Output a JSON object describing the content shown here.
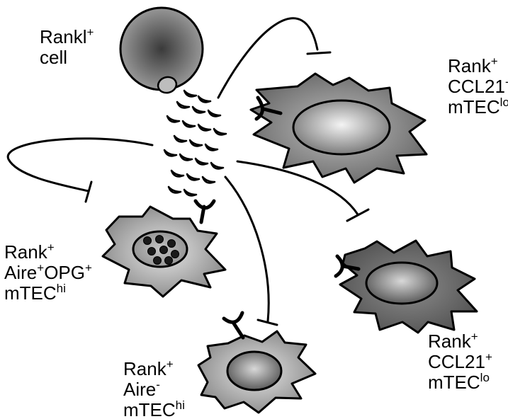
{
  "labels": {
    "rankl_cell": {
      "name": "Rankl",
      "name_sup": "+",
      "line2": "cell"
    },
    "ccl21_neg": {
      "l1": "Rank",
      "l1_sup": "+",
      "l2": "CCL21",
      "l2_sup": "-",
      "l3": "mTEC",
      "l3_sup": "lo"
    },
    "aire_opg": {
      "l1": "Rank",
      "l1_sup": "+",
      "l2a": "Aire",
      "l2a_sup": "+",
      "l2b": "OPG",
      "l2b_sup": "+",
      "l3": "mTEC",
      "l3_sup": "hi"
    },
    "ccl21_pos": {
      "l1": "Rank",
      "l1_sup": "+",
      "l2": "CCL21",
      "l2_sup": "+",
      "l3": "mTEC",
      "l3_sup": "lo"
    },
    "aire_neg": {
      "l1": "Rank",
      "l1_sup": "+",
      "l2": "Aire",
      "l2_sup": "-",
      "l3": "mTEC",
      "l3_sup": "hi"
    }
  },
  "colors": {
    "cell_light": "#c8c8c8",
    "cell_dark": "#6e6e6e",
    "nucleus_light": "#efefef",
    "nucleus_dark": "#7a7a7a",
    "rankl_center": "#3a3a3a",
    "rankl_edge": "#9a9a9a",
    "stroke": "#000000"
  },
  "icons": [
    "rankl-cell",
    "rankl-ligand-crescents",
    "rank-receptor",
    "inhibition-arrow",
    "aire-nuclear-dots"
  ]
}
